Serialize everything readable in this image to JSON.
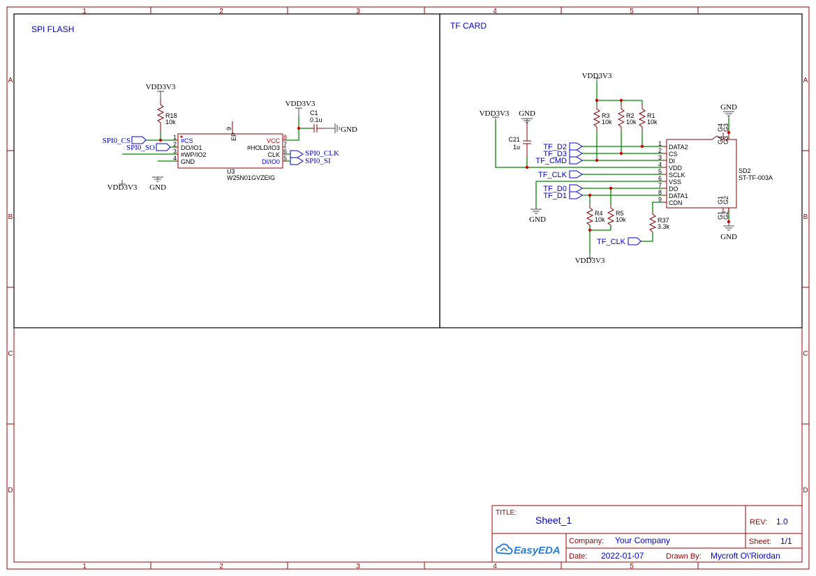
{
  "frame": {
    "columns": [
      "1",
      "2",
      "3",
      "4",
      "5"
    ],
    "rows": [
      "A",
      "B",
      "C",
      "D"
    ]
  },
  "sections": {
    "spi_flash": "SPI FLASH",
    "tf_card": "TF CARD"
  },
  "spi_flash": {
    "power_vdd_top": "VDD3V3",
    "power_vdd_cap": "VDD3V3",
    "power_vdd_wp": "VDD3V3",
    "power_gnd_u3": "GND",
    "power_gnd_cap": "GND",
    "r18": {
      "ref": "R18",
      "value": "10k"
    },
    "c1": {
      "ref": "C1",
      "value": "0.1u"
    },
    "u3": {
      "ref": "U3",
      "part": "W25N01GVZEIG"
    },
    "pins_left": [
      {
        "num": "1",
        "name": "#CS"
      },
      {
        "num": "2",
        "name": "DO/IO1"
      },
      {
        "num": "3",
        "name": "#WP/IO2"
      },
      {
        "num": "4",
        "name": "GND"
      }
    ],
    "pins_right": [
      {
        "num": "8",
        "name": "VCC"
      },
      {
        "num": "7",
        "name": "#HOLD/IO3"
      },
      {
        "num": "6",
        "name": "CLK"
      },
      {
        "num": "5",
        "name": "DI/IO0"
      }
    ],
    "pin_ep": {
      "num": "9",
      "name": "EP"
    },
    "net_ports": {
      "cs": "SPI0_CS",
      "so": "SPI0_SO",
      "clk": "SPI0_CLK",
      "si": "SPI0_SI"
    }
  },
  "tf_card": {
    "power_vdd_r": "VDD3V3",
    "power_vdd_c21": "VDD3V3",
    "power_gnd_c21": "GND",
    "power_gnd_top": "GND",
    "power_gnd_vss": "GND",
    "power_gnd_bottom": "GND",
    "power_vdd_r45": "VDD3V3",
    "resistors": [
      {
        "ref": "R3",
        "value": "10k"
      },
      {
        "ref": "R2",
        "value": "10k"
      },
      {
        "ref": "R1",
        "value": "10k"
      },
      {
        "ref": "R4",
        "value": "10k"
      },
      {
        "ref": "R5",
        "value": "10k"
      },
      {
        "ref": "R37",
        "value": "3.3k"
      }
    ],
    "c21": {
      "ref": "C21",
      "value": "1u"
    },
    "sd2": {
      "ref": "SD2",
      "part": "ST-TF-003A"
    },
    "pins": [
      {
        "num": "1",
        "name": "DATA2"
      },
      {
        "num": "2",
        "name": "CS"
      },
      {
        "num": "3",
        "name": "DI"
      },
      {
        "num": "4",
        "name": "VDD"
      },
      {
        "num": "5",
        "name": "SCLK"
      },
      {
        "num": "6",
        "name": "VSS"
      },
      {
        "num": "7",
        "name": "DO"
      },
      {
        "num": "8",
        "name": "DATA1"
      },
      {
        "num": "9",
        "name": "CDN"
      }
    ],
    "ground_pins_top": [
      "G4",
      "G3",
      "G4",
      "G3"
    ],
    "ground_pins_bottom": [
      "G1",
      "G2",
      "G1",
      "G2"
    ],
    "net_ports": {
      "d2": "TF_D2",
      "d3": "TF_D3",
      "cmd": "TF_CMD",
      "clk": "TF_CLK",
      "d0": "TF_D0",
      "d1": "TF_D1",
      "clk_cdn": "TF_CLK"
    }
  },
  "title_block": {
    "title_label": "TITLE:",
    "title": "Sheet_1",
    "rev_label": "REV:",
    "rev": "1.0",
    "company_label": "Company:",
    "company": "Your Company",
    "sheet_label": "Sheet:",
    "sheet": "1/1",
    "date_label": "Date:",
    "date": "2022-01-07",
    "drawn_label": "Drawn By:",
    "drawn_by": "Mycroft O\\'Riordan",
    "logo_text": "EasyEDA"
  },
  "colors": {
    "frame": "#990000",
    "wire": "#008800",
    "junction": "#cc0000",
    "component": "#880000",
    "net_label": "#0000cc",
    "text": "#000000"
  }
}
